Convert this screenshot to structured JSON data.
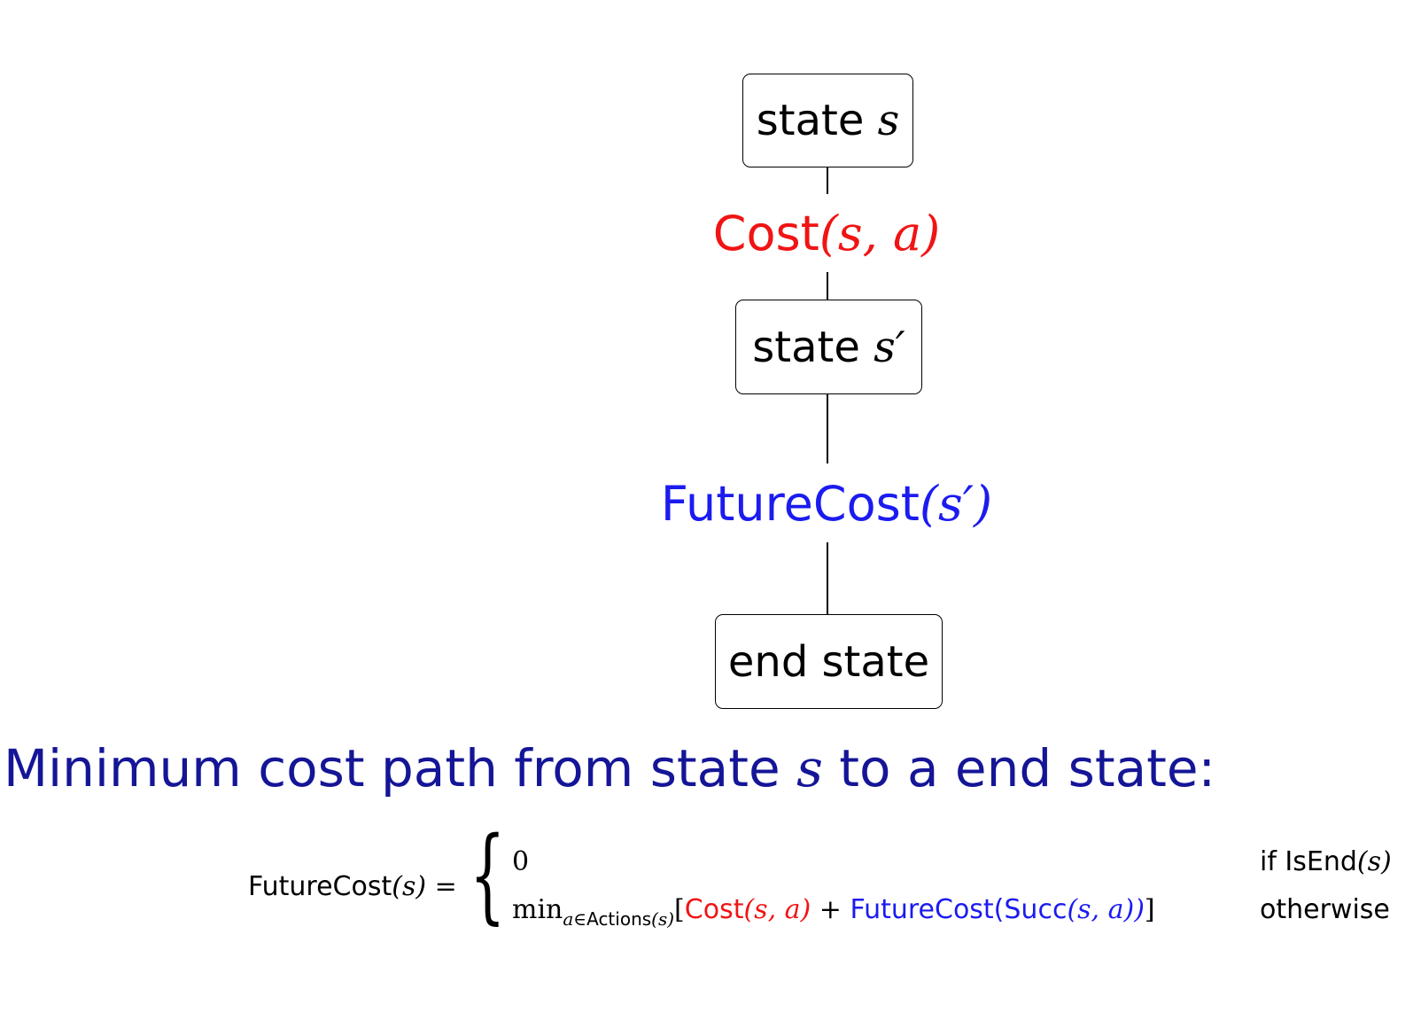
{
  "diagram": {
    "nodes": [
      {
        "id": "state-s",
        "label": "state",
        "var": "s"
      },
      {
        "id": "state-s-prime",
        "label": "state",
        "var": "s′"
      },
      {
        "id": "end-state",
        "label": "end state"
      }
    ],
    "edges": [
      {
        "from": "state-s",
        "to": "state-s-prime",
        "label_fn": "Cost",
        "label_args": "(s, a)",
        "color": "#f01414"
      },
      {
        "from": "state-s-prime",
        "to": "end-state",
        "label_fn": "FutureCost",
        "label_args": "(s′)",
        "color": "#1b1bf0"
      }
    ]
  },
  "heading": {
    "prefix": "Minimum cost path from state ",
    "var": "s",
    "suffix": " to a end state:",
    "color": "#151597"
  },
  "formula": {
    "lhs_fn": "FutureCost",
    "lhs_args": "(s) =",
    "case1_value": "0",
    "case1_condition_prefix": "if IsEnd",
    "case1_condition_args": "(s)",
    "case2_min": "min",
    "case2_subscript_var": "a∈",
    "case2_subscript_set": "Actions",
    "case2_subscript_args": "(s)",
    "case2_open": "[",
    "case2_cost_fn": "Cost",
    "case2_cost_args": "(s, a)",
    "case2_plus": " + ",
    "case2_future_fn": "FutureCost(Succ",
    "case2_future_args": "(s, a))",
    "case2_close": "]",
    "case2_condition": "otherwise"
  }
}
